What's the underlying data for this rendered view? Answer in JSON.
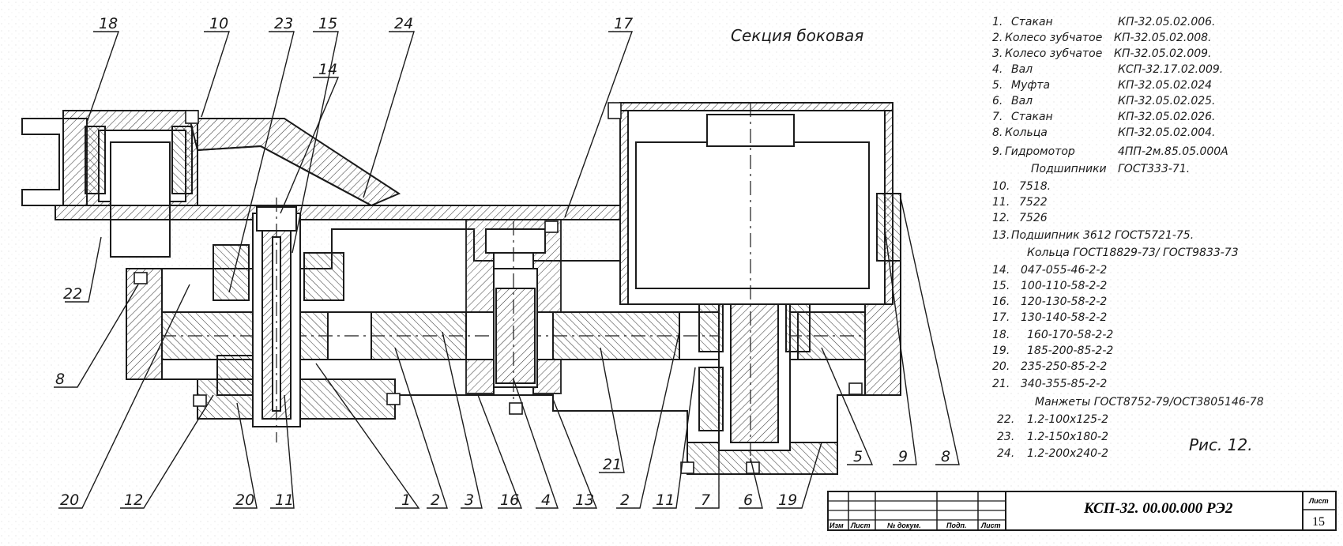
{
  "section_title": "Секция боковая",
  "figure_label": "Рис. 12.",
  "callouts": [
    "18",
    "10",
    "23",
    "15",
    "24",
    "14",
    "17",
    "22",
    "8",
    "20",
    "12",
    "20",
    "11",
    "1",
    "2",
    "3",
    "16",
    "4",
    "13",
    "2",
    "21",
    "11",
    "7",
    "6",
    "19",
    "5",
    "9",
    "8"
  ],
  "spec_list": [
    {
      "no": "1.",
      "name": "Стакан",
      "code": "КП-32.05.02.006."
    },
    {
      "no": "2.",
      "name": "Колесо зубчатое",
      "code": "КП-32.05.02.008."
    },
    {
      "no": "3.",
      "name": "Колесо зубчатое",
      "code": "КП-32.05.02.009."
    },
    {
      "no": "4.",
      "name": "Вал",
      "code": "КСП-32.17.02.009."
    },
    {
      "no": "5.",
      "name": "Муфта",
      "code": "КП-32.05.02.024"
    },
    {
      "no": "6.",
      "name": "Вал",
      "code": "КП-32.05.02.025."
    },
    {
      "no": "7.",
      "name": "Стакан",
      "code": "КП-32.05.02.026."
    },
    {
      "no": "8.",
      "name": "Кольца",
      "code": "КП-32.05.02.004."
    },
    {
      "no": "9.",
      "name": "Гидромотор",
      "code": "4ПП-2м.85.05.000А"
    },
    {
      "no": "",
      "name": "Подшипники",
      "code": "ГОСТ333-71."
    },
    {
      "no": "10.",
      "name": "7518.",
      "code": ""
    },
    {
      "no": "11.",
      "name": "7522",
      "code": ""
    },
    {
      "no": "12.",
      "name": "7526",
      "code": ""
    },
    {
      "no": "13.",
      "name": "Подшипник 3612 ГОСТ5721-75.",
      "code": ""
    },
    {
      "no": "",
      "name": "Кольца ГОСТ18829-73/ ГОСТ9833-73",
      "code": ""
    },
    {
      "no": "14.",
      "name": "047-055-46-2-2",
      "code": ""
    },
    {
      "no": "15.",
      "name": "100-110-58-2-2",
      "code": ""
    },
    {
      "no": "16.",
      "name": "120-130-58-2-2",
      "code": ""
    },
    {
      "no": "17.",
      "name": "130-140-58-2-2",
      "code": ""
    },
    {
      "no": "18.",
      "name": "160-170-58-2-2",
      "code": ""
    },
    {
      "no": "19.",
      "name": "185-200-85-2-2",
      "code": ""
    },
    {
      "no": "20.",
      "name": "235-250-85-2-2",
      "code": ""
    },
    {
      "no": "21.",
      "name": "340-355-85-2-2",
      "code": ""
    },
    {
      "no": "",
      "name": "Манжеты ГОСТ8752-79/ОСТ3805146-78",
      "code": ""
    },
    {
      "no": "22.",
      "name": "1.2-100x125-2",
      "code": ""
    },
    {
      "no": "23.",
      "name": "1.2-150x180-2",
      "code": ""
    },
    {
      "no": "24.",
      "name": "1.2-200x240-2",
      "code": ""
    }
  ],
  "title_block": {
    "code": "КСП-32. 00.00.000 РЭ2",
    "col_izm": "Изм",
    "col_list": "Лист",
    "col_docnum": "№ докум.",
    "col_podp": "Подп.",
    "col_data": "Лист",
    "sheet_label": "Лист",
    "sheet_number": "15"
  },
  "colors": {
    "ink": "#1b1b1b",
    "hatch": "#3a3a3a",
    "paper": "#ffffff"
  }
}
